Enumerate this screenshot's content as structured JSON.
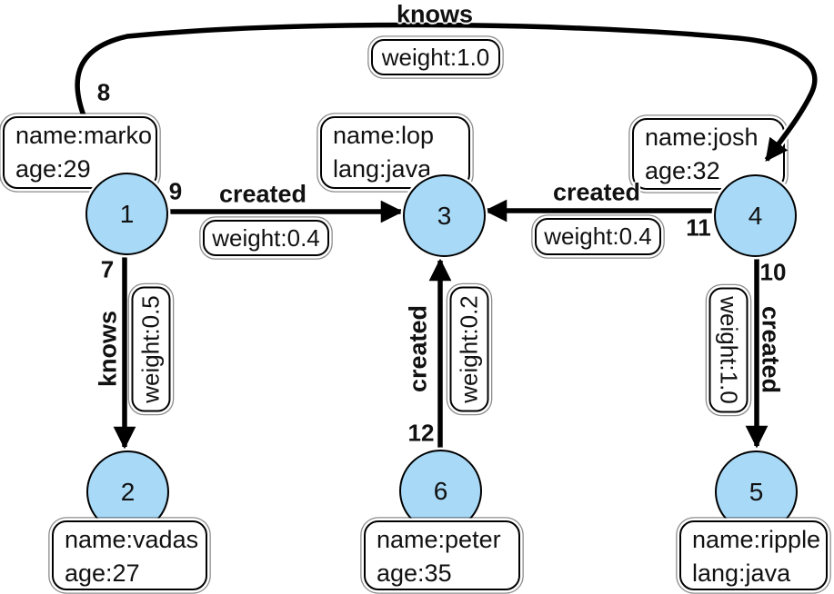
{
  "graph": {
    "type": "property-graph",
    "node_fill_color": "#A8D9F7",
    "node_border_color": "#000000",
    "edge_color": "#000000",
    "background_color": "#FFFFFF"
  },
  "nodes": [
    {
      "id": "1",
      "label": "1",
      "properties": [
        "name:marko",
        "age:29"
      ]
    },
    {
      "id": "2",
      "label": "2",
      "properties": [
        "name:vadas",
        "age:27"
      ]
    },
    {
      "id": "3",
      "label": "3",
      "properties": [
        "name:lop",
        "lang:java"
      ]
    },
    {
      "id": "4",
      "label": "4",
      "properties": [
        "name:josh",
        "age:32"
      ]
    },
    {
      "id": "5",
      "label": "5",
      "properties": [
        "name:ripple",
        "lang:java"
      ]
    },
    {
      "id": "6",
      "label": "6",
      "properties": [
        "name:peter",
        "age:35"
      ]
    }
  ],
  "edges": [
    {
      "id": "8",
      "label": "knows",
      "weight_label": "weight:1.0",
      "from": "1",
      "to": "4"
    },
    {
      "id": "9",
      "label": "created",
      "weight_label": "weight:0.4",
      "from": "1",
      "to": "3"
    },
    {
      "id": "11",
      "label": "created",
      "weight_label": "weight:0.4",
      "from": "4",
      "to": "3"
    },
    {
      "id": "7",
      "label": "knows",
      "weight_label": "weight:0.5",
      "from": "1",
      "to": "2"
    },
    {
      "id": "12",
      "label": "created",
      "weight_label": "weight:0.2",
      "from": "6",
      "to": "3"
    },
    {
      "id": "10",
      "label": "created",
      "weight_label": "weight:1.0",
      "from": "4",
      "to": "5"
    }
  ]
}
